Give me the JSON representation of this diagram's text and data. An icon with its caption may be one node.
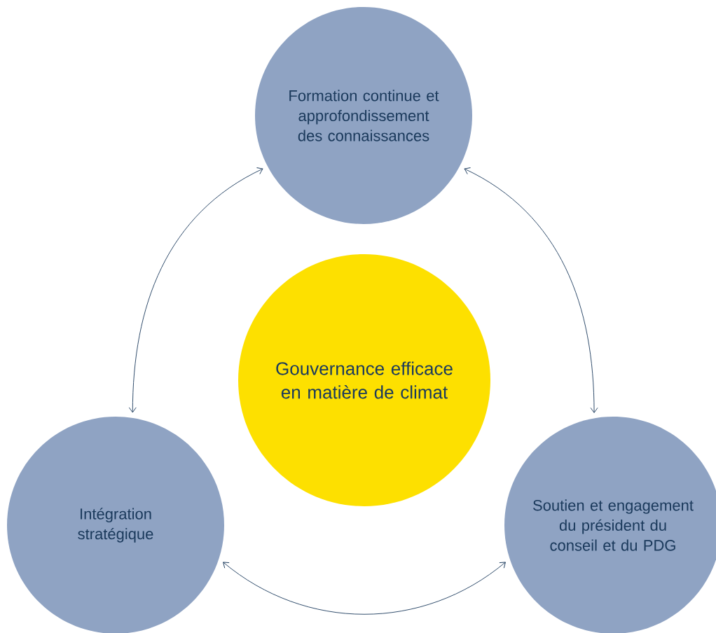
{
  "diagram": {
    "nodes": [
      {
        "text": [
          "Formation continue et approfondissement des connaissances"
        ]
      },
      {
        "text": [
          "Gouvernance efficace en matière de climat"
        ]
      },
      {
        "text": [
          "Intégration stratégique"
        ]
      },
      {
        "text": [
          "Soutien et engagement du président du conseil et du PDG"
        ]
      }
    ],
    "edges": [
      {
        "from": 0,
        "to": 2,
        "arrow": "both"
      },
      {
        "from": 0,
        "to": 3,
        "arrow": "both"
      },
      {
        "from": 2,
        "to": 3,
        "arrow": "both"
      }
    ]
  }
}
